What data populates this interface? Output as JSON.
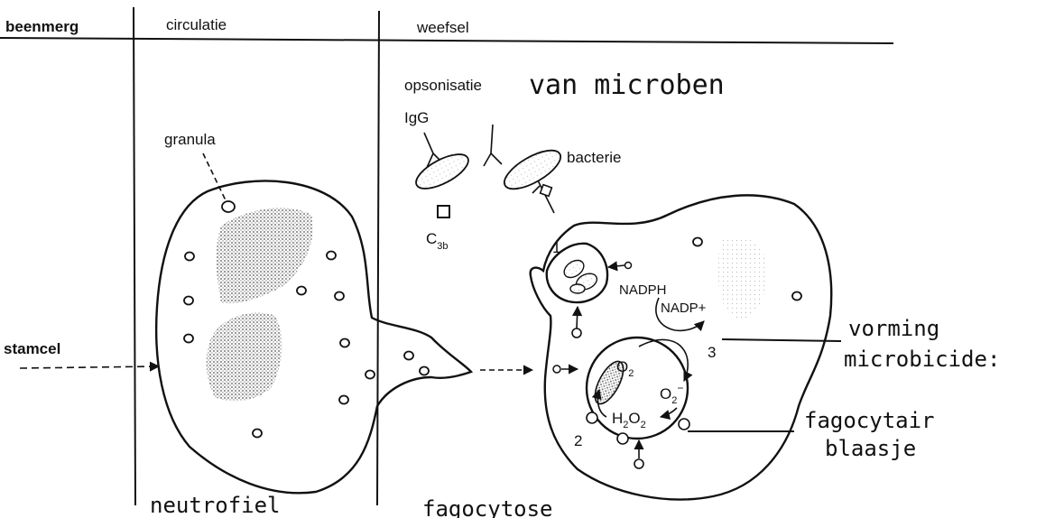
{
  "headers": {
    "beenmerg": "beenmerg",
    "circulatie": "circulatie",
    "weefsel": "weefsel"
  },
  "labels": {
    "title_opsonisatie": "opsonisatie",
    "title_van_microben": "van microben",
    "igg": "IgG",
    "bacterie": "bacterie",
    "c3b_main": "C",
    "c3b_sub": "3b",
    "granula": "granula",
    "stamcel": "stamcel",
    "nadph": "NADPH",
    "nadp_plus": "NADP+",
    "o2": "O",
    "o2_sub": "2",
    "o2_minus": "O",
    "o2_minus_sub": "2",
    "o2_minus_sup": "−",
    "h2o2_h": "H",
    "h2o2_sub1": "2",
    "h2o2_o": "O",
    "h2o2_sub2": "2",
    "step_1": "1",
    "step_2": "2",
    "step_3": "3",
    "vorming": "vorming",
    "microbicide": "microbicide:",
    "fagocytair": "fagocytair",
    "blaasje": "blaasje",
    "neutrofiel": "neutrofiel",
    "fagocytose": "fagocytose"
  }
}
